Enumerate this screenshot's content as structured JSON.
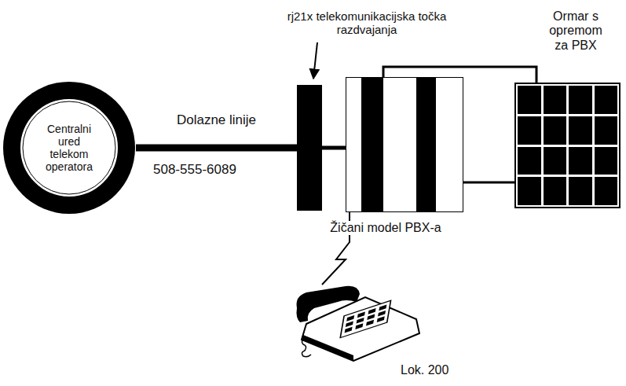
{
  "diagram": {
    "nodes": [
      {
        "text": [
          "Centralni ured telekom operatora"
        ]
      },
      {
        "text": [
          "rj21x telekomunikacijska točka razdvajanja"
        ]
      },
      {
        "text": [
          "Žičani model PBX-a"
        ]
      },
      {
        "text": [
          "Ormar s opremom za PBX"
        ]
      },
      {
        "text": [
          "Lok. 200"
        ]
      }
    ],
    "edges": [
      {
        "from": 0,
        "to": 1,
        "arrow": "none",
        "label": "Dolazne linije"
      },
      {
        "from": 1,
        "to": 2,
        "arrow": "none"
      },
      {
        "from": 2,
        "to": 3,
        "arrow": "none"
      },
      {
        "from": 2,
        "to": 3,
        "arrow": "none"
      },
      {
        "from": 2,
        "to": 4,
        "arrow": "none"
      }
    ],
    "labels": [
      "508-555-6089"
    ]
  }
}
